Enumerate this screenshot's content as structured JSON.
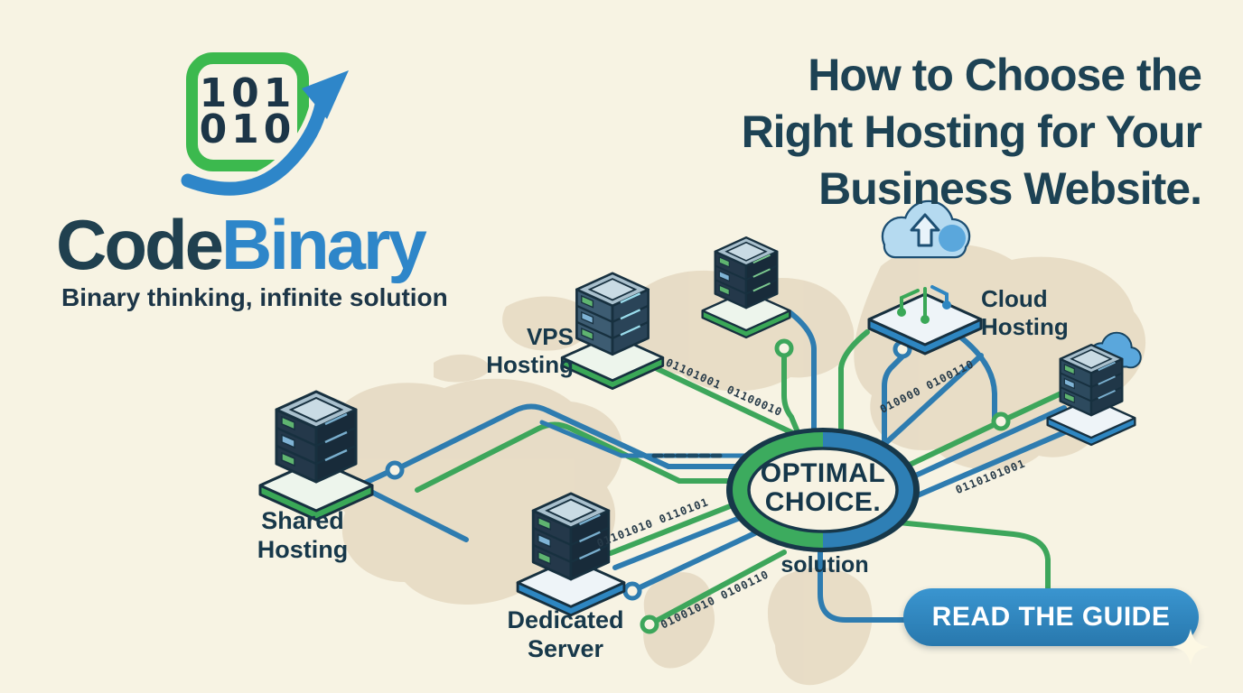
{
  "brand": {
    "logo_binary_line1": "101",
    "logo_binary_line2": "010",
    "name_code": "Code",
    "name_binary": "Binary",
    "tagline": "Binary thinking, infinite solution"
  },
  "headline": {
    "line1": "How to Choose the",
    "line2": "Right Hosting for Your",
    "line3": "Business Website."
  },
  "diagram": {
    "center": {
      "line1": "OPTIMAL",
      "line2": "CHOICE.",
      "sub": "solution"
    },
    "labels": {
      "shared": "Shared Hosting",
      "vps_line1": "VPS",
      "vps_line2": "Hosting",
      "cloud_line1": "Cloud",
      "cloud_line2": "Hosting",
      "dedicated_line1": "Dedicated",
      "dedicated_line2": "Server"
    },
    "binary_streams": [
      "01101001 01100010",
      "010000 0100110",
      "01101010 0110101",
      "01001010 0100110",
      "0110101001"
    ],
    "icons": [
      "shared-hosting-server",
      "vps-hosting-server",
      "core-server",
      "dedicated-server",
      "cloud-hosting-platform",
      "cloud-edge-server"
    ]
  },
  "cta": {
    "label": "READ THE GUIDE"
  },
  "colors": {
    "background": "#f7f3e3",
    "map": "#dccdb2",
    "line_blue": "#2e7cb0",
    "line_green": "#3da65b",
    "navy": "#17384a",
    "brand_blue": "#2e86c9",
    "logo_green": "#3cb94e",
    "button_blue": "#2e86c1"
  }
}
